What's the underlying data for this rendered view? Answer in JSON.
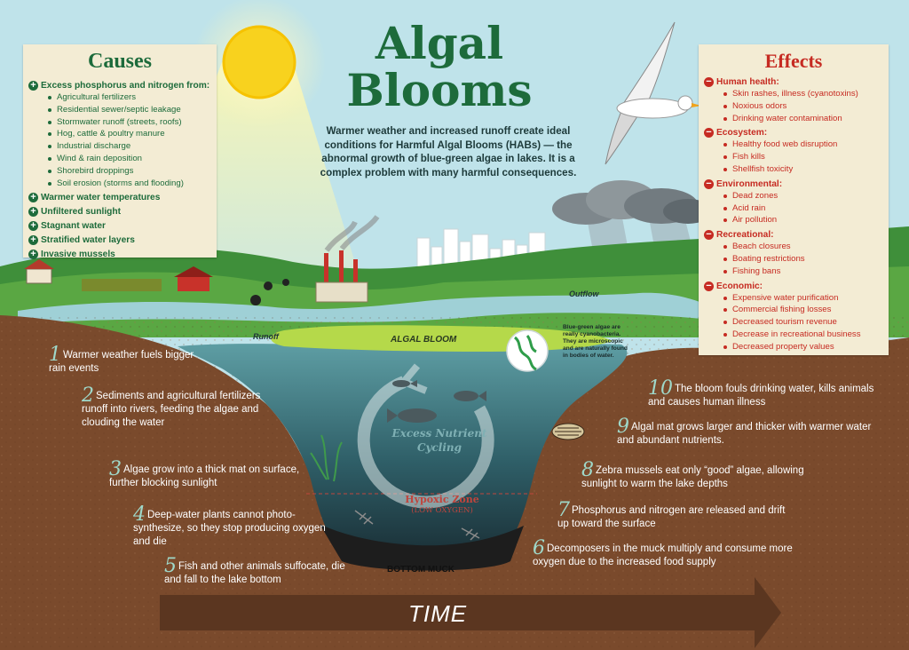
{
  "title_line1": "Algal",
  "title_line2": "Blooms",
  "intro": "Warmer weather and increased runoff create ideal conditions for Harmful Algal Blooms (HABs) — the abnormal growth of blue-green algae in lakes. It is a complex problem with many harmful consequences.",
  "causes": {
    "heading": "Causes",
    "groups": [
      {
        "label": "Excess phosphorus and nitrogen from:",
        "items": [
          "Agricultural fertilizers",
          "Residential sewer/septic leakage",
          "Stormwater runoff (streets, roofs)",
          "Hog, cattle & poultry manure",
          "Industrial discharge",
          "Wind & rain deposition",
          "Shorebird droppings",
          "Soil erosion (storms and flooding)"
        ]
      },
      {
        "label": "Warmer water temperatures",
        "items": []
      },
      {
        "label": "Unfiltered sunlight",
        "items": []
      },
      {
        "label": "Stagnant water",
        "items": []
      },
      {
        "label": "Stratified water layers",
        "items": []
      },
      {
        "label": "Invasive mussels",
        "items": []
      }
    ]
  },
  "effects": {
    "heading": "Effects",
    "groups": [
      {
        "label": "Human health:",
        "items": [
          "Skin rashes, illness (cyanotoxins)",
          "Noxious odors",
          "Drinking water contamination"
        ]
      },
      {
        "label": "Ecosystem:",
        "items": [
          "Healthy food web disruption",
          "Fish kills",
          "Shellfish toxicity"
        ]
      },
      {
        "label": "Environmental:",
        "items": [
          "Dead zones",
          "Acid rain",
          "Air pollution"
        ]
      },
      {
        "label": "Recreational:",
        "items": [
          "Beach closures",
          "Boating restrictions",
          "Fishing bans"
        ]
      },
      {
        "label": "Economic:",
        "items": [
          "Expensive water purification",
          "Commercial fishing losses",
          "Decreased tourism revenue",
          "Decrease in recreational business",
          "Decreased property values"
        ]
      }
    ]
  },
  "steps": [
    {
      "num": "1",
      "text": "Warmer weather fuels bigger rain events"
    },
    {
      "num": "2",
      "text": "Sediments and agricultural fertilizers runoff into rivers, feeding the algae and clouding the water"
    },
    {
      "num": "3",
      "text": "Algae grow into a thick mat on surface, further blocking sunlight"
    },
    {
      "num": "4",
      "text": "Deep-water plants cannot photo-synthesize, so they stop producing oxygen and die"
    },
    {
      "num": "5",
      "text": "Fish and other animals suffocate, die and fall to the lake bottom"
    },
    {
      "num": "6",
      "text": "Decomposers in the muck multiply and consume more oxygen due to the increased food supply"
    },
    {
      "num": "7",
      "text": "Phosphorus and nitrogen are released and drift up toward the surface"
    },
    {
      "num": "8",
      "text": "Zebra mussels eat only “good” algae, allowing sunlight to warm the lake depths"
    },
    {
      "num": "9",
      "text": "Algal mat grows larger and thicker with warmer water and abundant nutrients."
    },
    {
      "num": "10",
      "text": "The bloom fouls drinking water, kills animals and causes human illness"
    }
  ],
  "labels": {
    "algal_bloom": "ALGAL BLOOM",
    "runoff": "Runoff",
    "outflow": "Outflow",
    "cycle": "Excess Nutrient Cycling",
    "hypoxic": "Hypoxic Zone",
    "hypoxic_sub": "(LOW OXYGEN)",
    "bottom_muck": "BOTTOM MUCK",
    "cyano_note": "Blue-green algae are really cyanobacteria. They are microscopic and are naturally found in bodies of water.",
    "time": "TIME"
  },
  "colors": {
    "sky": "#bfe3ea",
    "title_green": "#1d6b3b",
    "effects_red": "#c62b22",
    "soil": "#7a4a2c",
    "lake": "#3f7d86",
    "bloom": "#b5d94a",
    "panel": "#f3ecd4"
  }
}
